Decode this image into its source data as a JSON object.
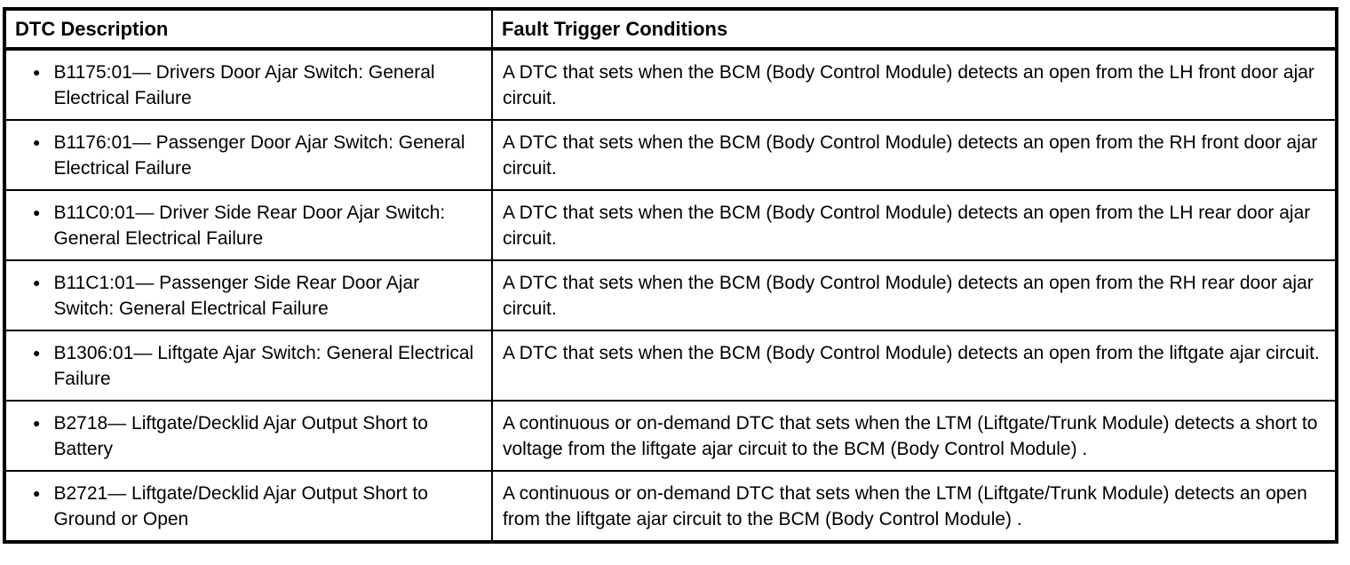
{
  "bullet_glyph": "●",
  "colors": {
    "border": "#000000",
    "text": "#000000",
    "background": "#ffffff"
  },
  "table": {
    "columns": [
      {
        "label": "DTC Description"
      },
      {
        "label": "Fault Trigger Conditions"
      }
    ],
    "rows": [
      {
        "dtc": "B1175:01— Drivers Door Ajar Switch: General Electrical Failure",
        "condition": "A DTC that sets when the BCM (Body Control Module) detects an open from the LH front door ajar circuit."
      },
      {
        "dtc": "B1176:01— Passenger Door Ajar Switch: General Electrical Failure",
        "condition": "A DTC that sets when the BCM (Body Control Module) detects an open from the RH front door ajar circuit."
      },
      {
        "dtc": "B11C0:01— Driver Side Rear Door Ajar Switch: General Electrical Failure",
        "condition": "A DTC that sets when the BCM (Body Control Module) detects an open from the LH rear door ajar circuit."
      },
      {
        "dtc": "B11C1:01— Passenger Side Rear Door Ajar Switch: General Electrical Failure",
        "condition": "A DTC that sets when the BCM (Body Control Module) detects an open from the RH rear door ajar circuit."
      },
      {
        "dtc": "B1306:01— Liftgate Ajar Switch: General Electrical Failure",
        "condition": "A DTC that sets when the BCM (Body Control Module) detects an open from the liftgate ajar circuit."
      },
      {
        "dtc": "B2718— Liftgate/Decklid Ajar Output Short to Battery",
        "condition": "A continuous or on-demand DTC that sets when the LTM (Liftgate/Trunk Module) detects a short to voltage from the liftgate ajar circuit to the BCM (Body Control Module) ."
      },
      {
        "dtc": "B2721— Liftgate/Decklid Ajar Output Short to Ground or Open",
        "condition": "A continuous or on-demand DTC that sets when the LTM (Liftgate/Trunk Module) detects an open from the liftgate ajar circuit to the BCM (Body Control Module) ."
      }
    ]
  }
}
